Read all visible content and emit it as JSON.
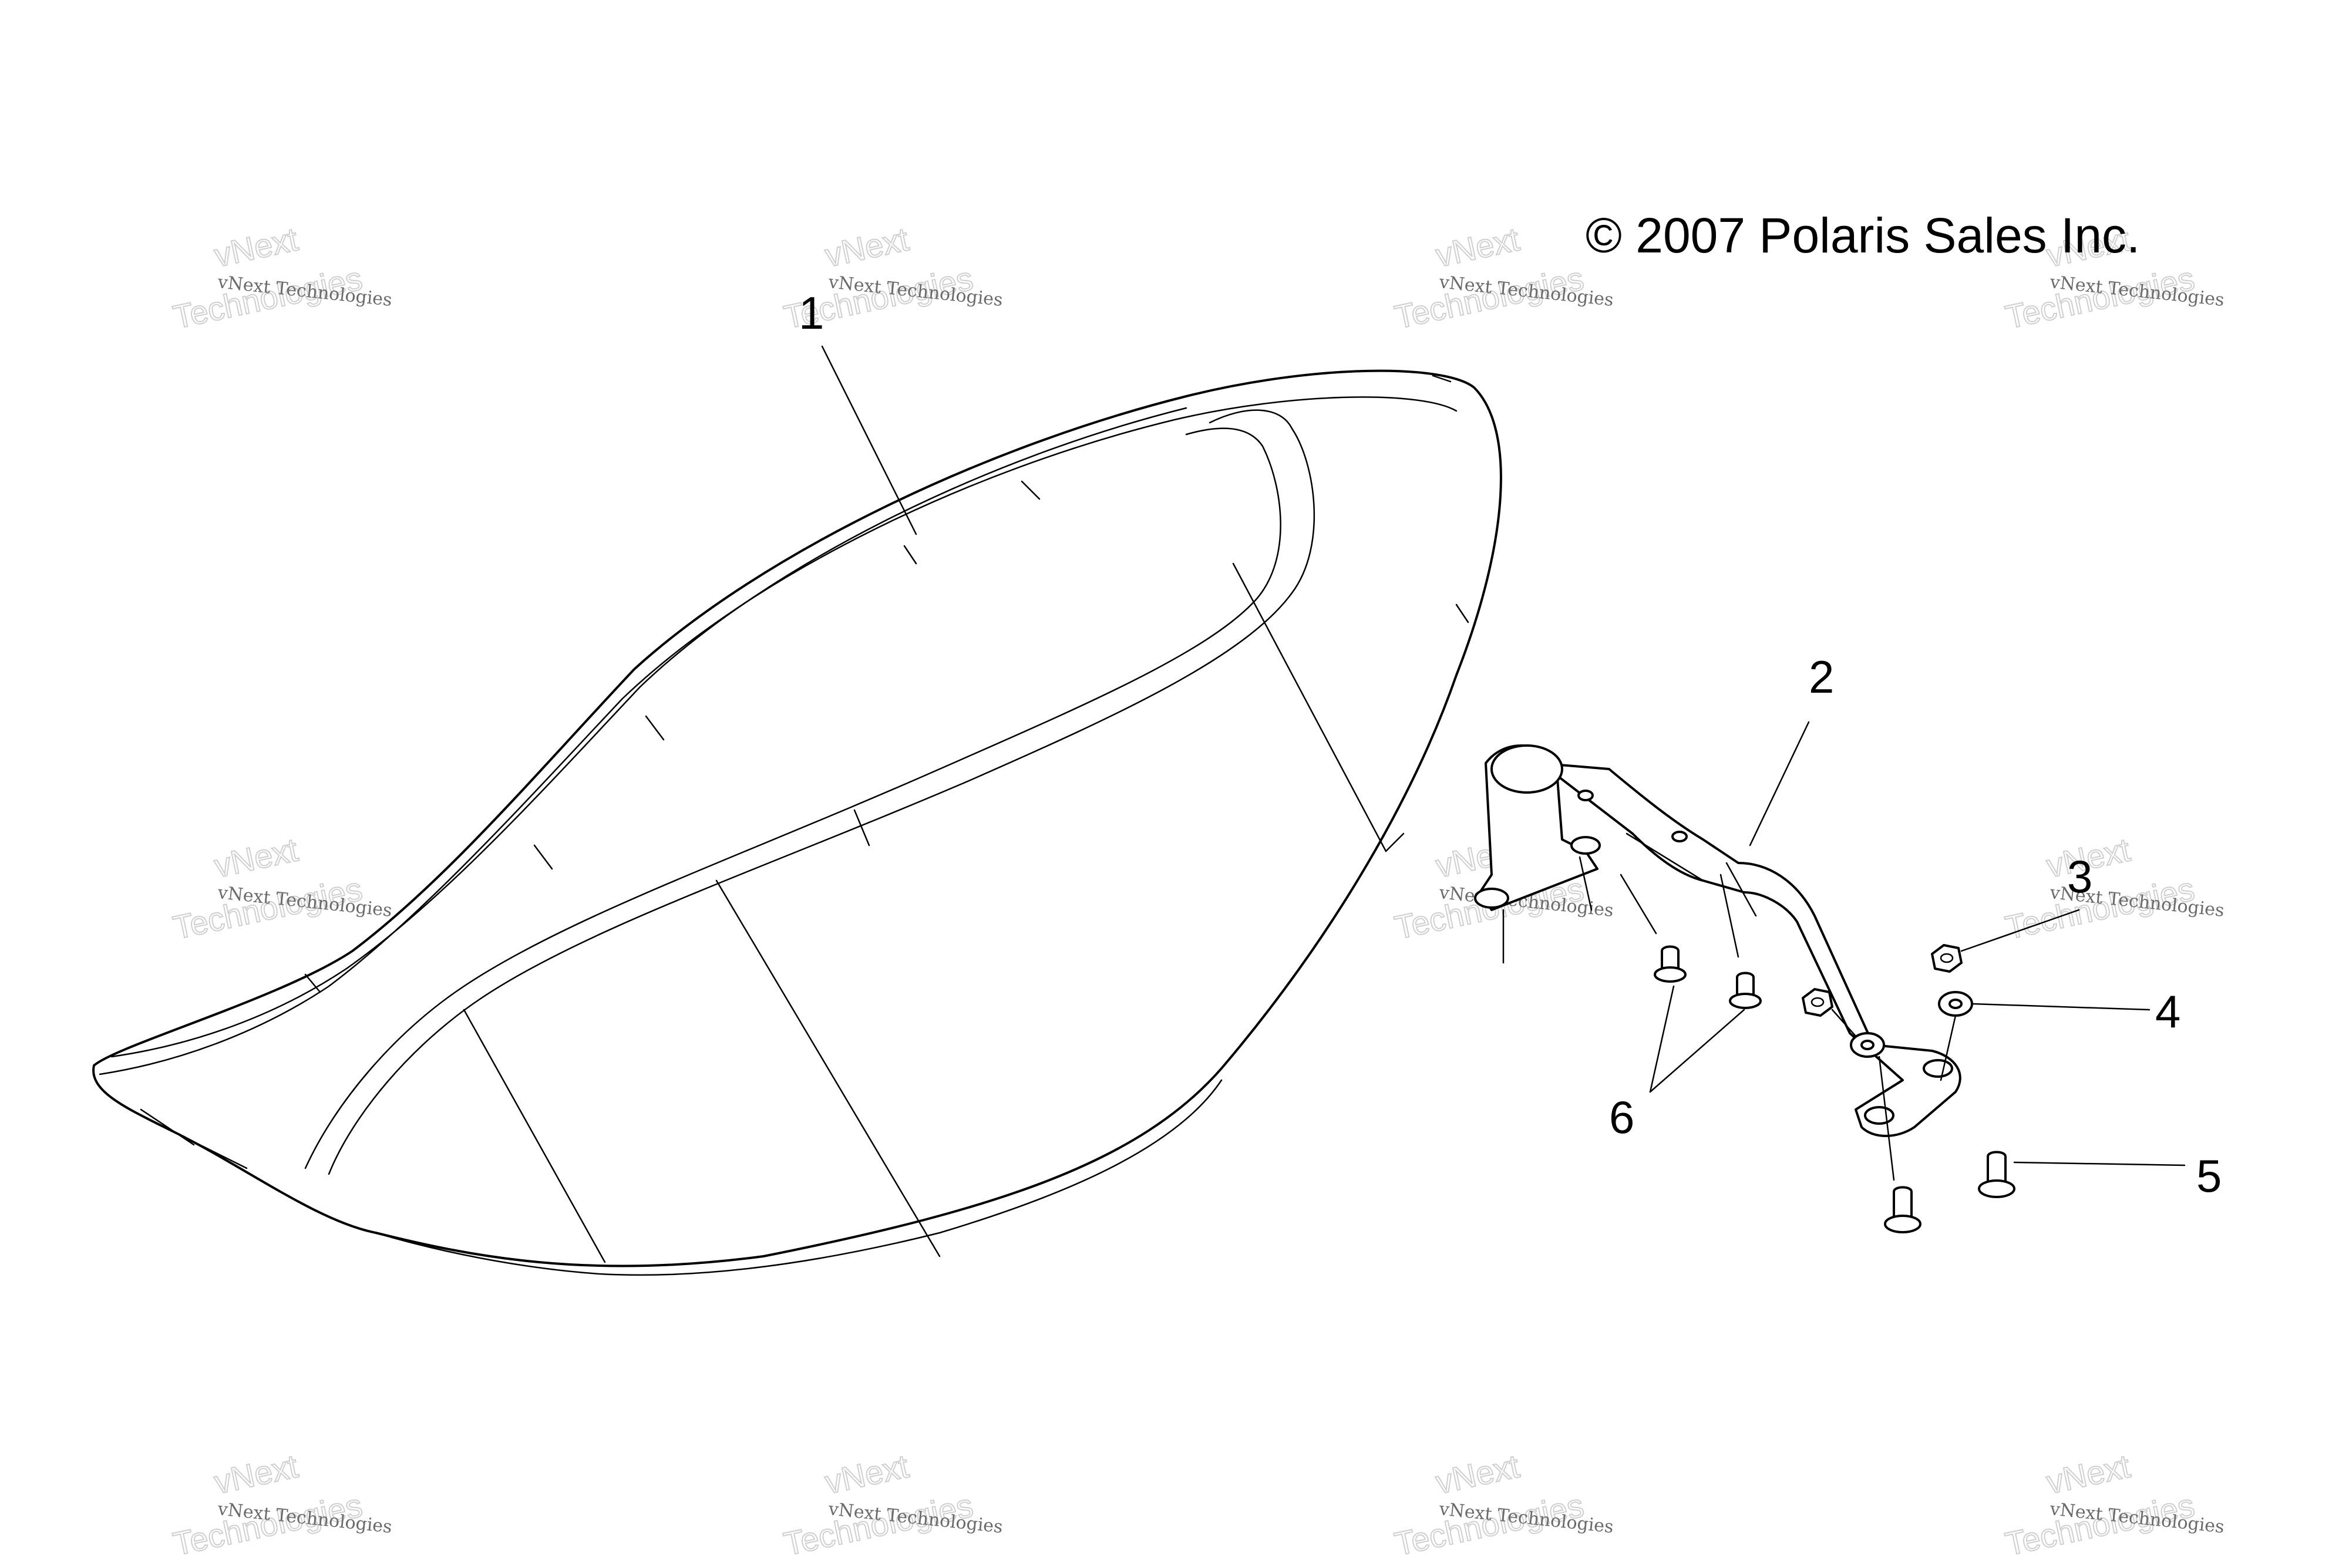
{
  "copyright": "© 2007 Polaris Sales Inc.",
  "callouts": [
    "1",
    "2",
    "3",
    "4",
    "5",
    "6"
  ],
  "watermark": {
    "line1": "vNext Technologies",
    "line2": "vNext",
    "line3": "Technologies"
  },
  "colors": {
    "ink": "#000000",
    "watermark": "#d0d0d0",
    "background": "#ffffff"
  }
}
